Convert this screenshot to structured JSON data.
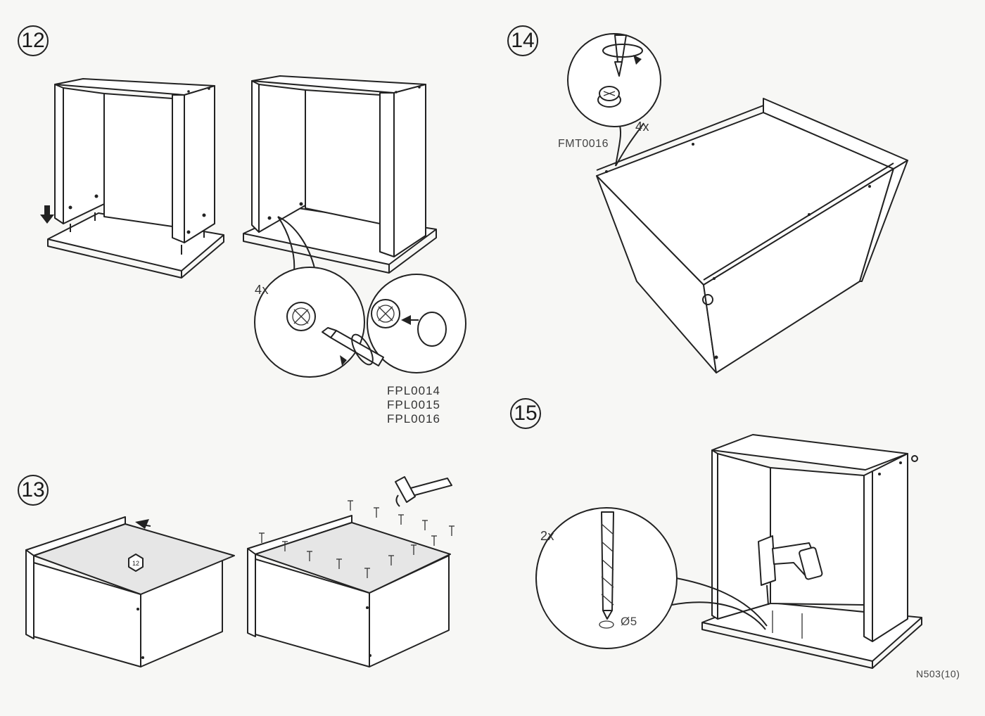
{
  "steps": {
    "s12": "12",
    "s13": "13",
    "s14": "14",
    "s15": "15"
  },
  "step12": {
    "qty": "4x",
    "parts": [
      "FPL0014",
      "FPL0015",
      "FPL0016"
    ]
  },
  "step13": {
    "panel_marker": "12"
  },
  "step14": {
    "qty": "4x",
    "part": "FMT0016"
  },
  "step15": {
    "qty": "2x",
    "drill_diameter": "Ø5"
  },
  "footer": {
    "page_code": "N503(10)"
  },
  "icons": [
    "arrow-down-icon",
    "screwdriver-icon",
    "hammer-icon",
    "drill-icon",
    "drill-bit-icon",
    "nail-icon",
    "cam-lock-icon",
    "cap-icon"
  ]
}
